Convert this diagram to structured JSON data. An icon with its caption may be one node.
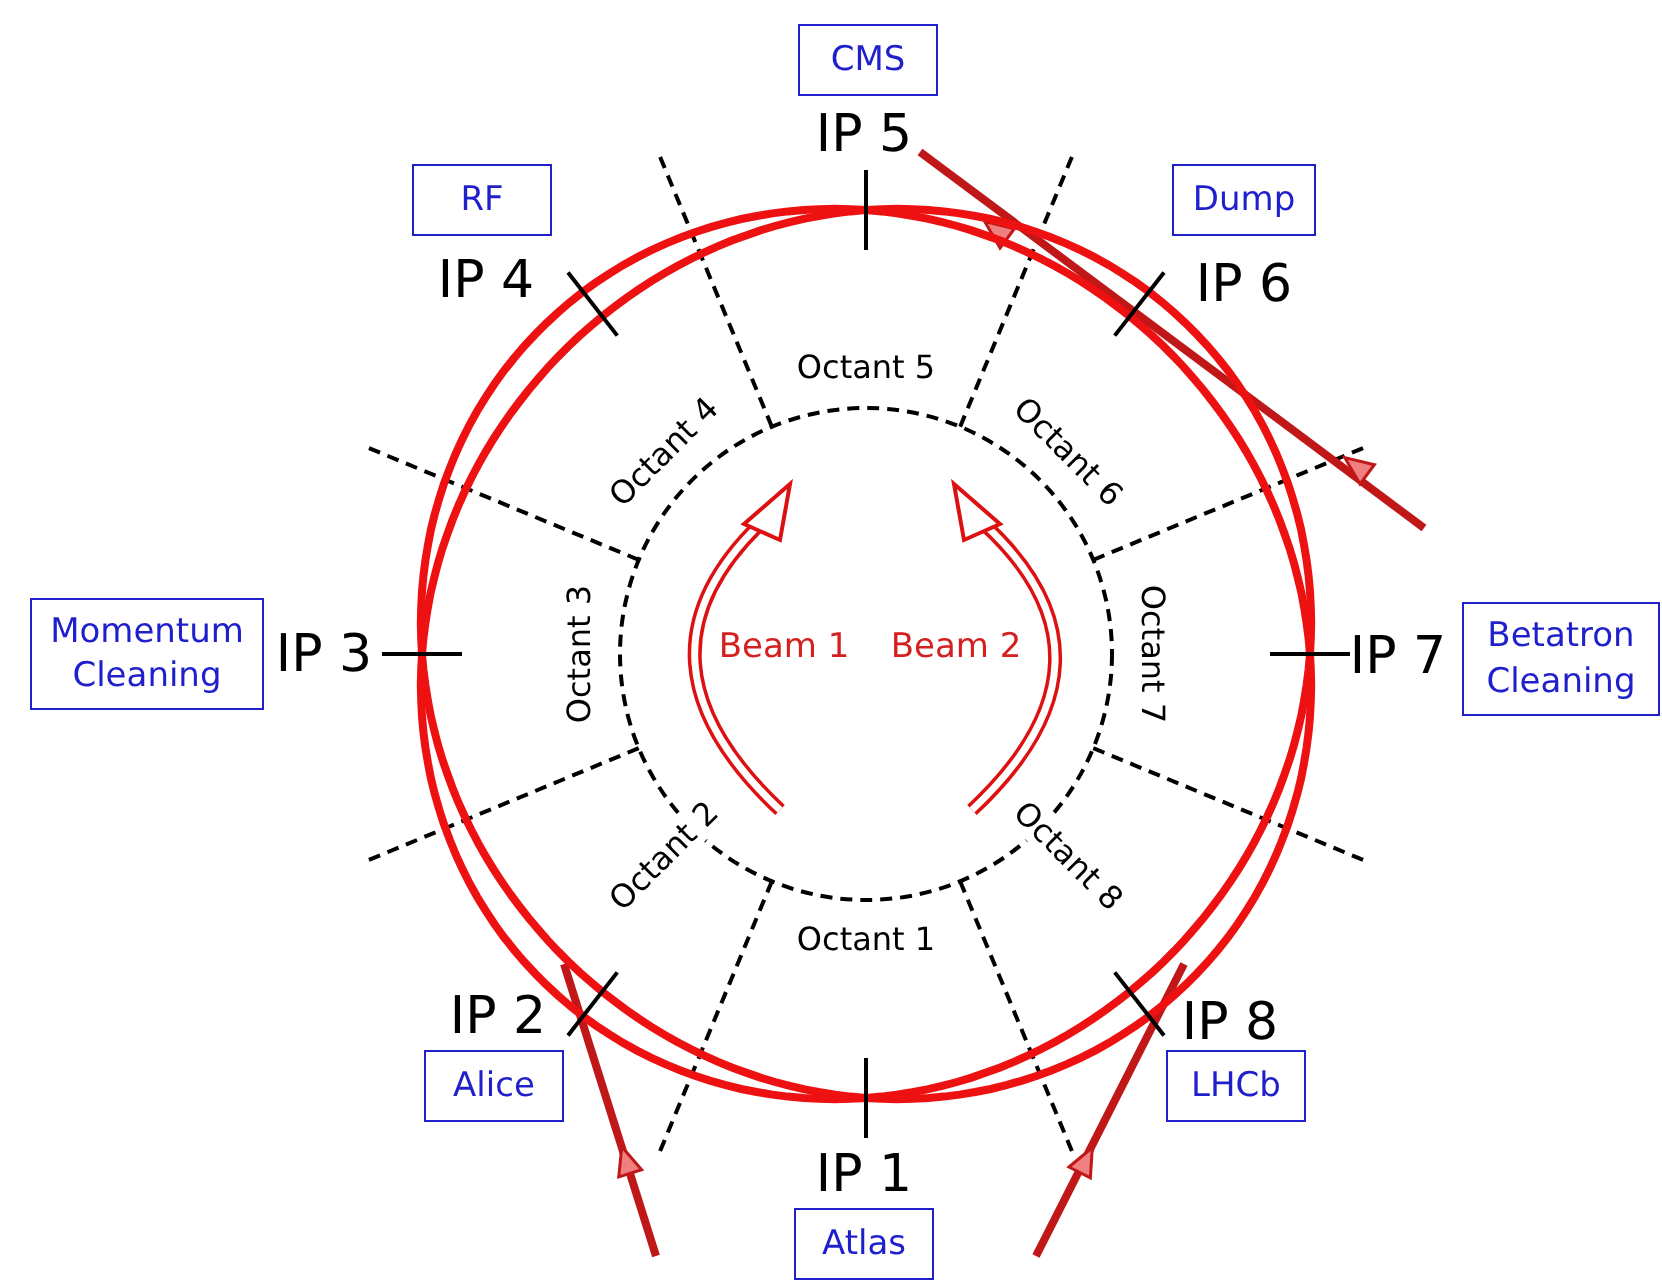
{
  "diagram": {
    "nodes": [
      {
        "text": [
          "CMS"
        ]
      },
      {
        "text": [
          "RF"
        ]
      },
      {
        "text": [
          "Dump"
        ]
      },
      {
        "text": [
          "Momentum Cleaning"
        ]
      },
      {
        "text": [
          "Betatron Cleaning"
        ]
      },
      {
        "text": [
          "Alice"
        ]
      },
      {
        "text": [
          "LHCb"
        ]
      },
      {
        "text": [
          "Atlas"
        ]
      }
    ],
    "labels": [
      "IP 5",
      "IP 4",
      "IP 6",
      "Octant 5",
      "Octant 4",
      "Octant 6",
      "IP 3",
      "Octant 3",
      "Beam 1",
      "Beam 2",
      "Octant 7",
      "IP 7",
      "Octant 2",
      "Octant 8",
      "Octant 1",
      "IP 2",
      "IP 8",
      "IP 1"
    ]
  }
}
